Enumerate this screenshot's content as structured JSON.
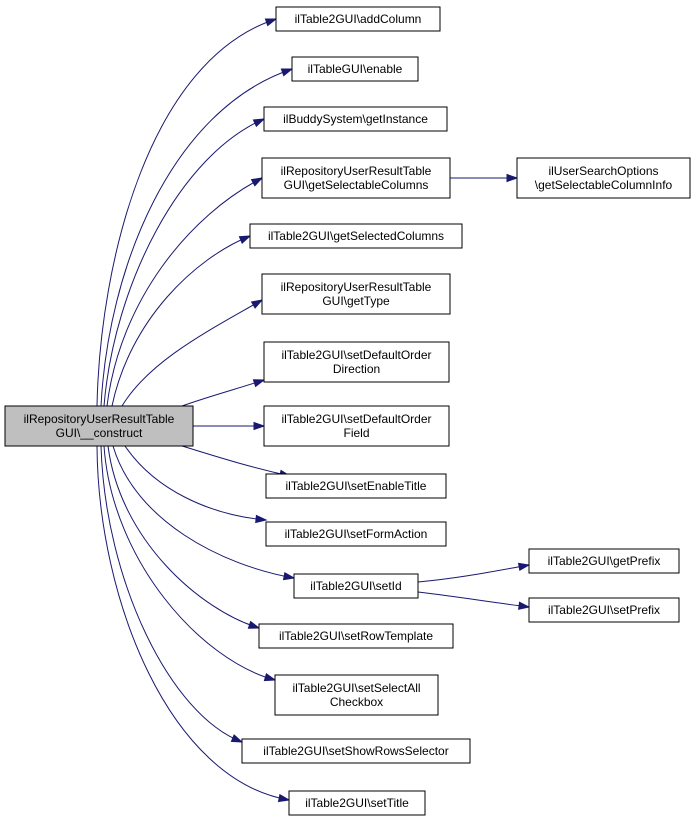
{
  "colors": {
    "edge": "#191970",
    "root_fill": "#bfbfbf",
    "node_fill": "#ffffff",
    "border": "#000000"
  },
  "nodes": {
    "root": [
      "ilRepositoryUserResultTable",
      "GUI\\__construct"
    ],
    "addColumn": [
      "ilTable2GUI\\addColumn"
    ],
    "enable": [
      "ilTableGUI\\enable"
    ],
    "getInstance": [
      "ilBuddySystem\\getInstance"
    ],
    "getSelectableColumns": [
      "ilRepositoryUserResultTable",
      "GUI\\getSelectableColumns"
    ],
    "userSearchOptions": [
      "ilUserSearchOptions",
      "\\getSelectableColumnInfo"
    ],
    "getSelectedColumns": [
      "ilTable2GUI\\getSelectedColumns"
    ],
    "getType": [
      "ilRepositoryUserResultTable",
      "GUI\\getType"
    ],
    "setDefaultOrderDirection": [
      "ilTable2GUI\\setDefaultOrder",
      "Direction"
    ],
    "setDefaultOrderField": [
      "ilTable2GUI\\setDefaultOrder",
      "Field"
    ],
    "setEnableTitle": [
      "ilTable2GUI\\setEnableTitle"
    ],
    "setFormAction": [
      "ilTable2GUI\\setFormAction"
    ],
    "setId": [
      "ilTable2GUI\\setId"
    ],
    "getPrefix": [
      "ilTable2GUI\\getPrefix"
    ],
    "setPrefix": [
      "ilTable2GUI\\setPrefix"
    ],
    "setRowTemplate": [
      "ilTable2GUI\\setRowTemplate"
    ],
    "setSelectAllCheckbox": [
      "ilTable2GUI\\setSelectAll",
      "Checkbox"
    ],
    "setShowRowsSelector": [
      "ilTable2GUI\\setShowRowsSelector"
    ],
    "setTitle": [
      "ilTable2GUI\\setTitle"
    ]
  }
}
